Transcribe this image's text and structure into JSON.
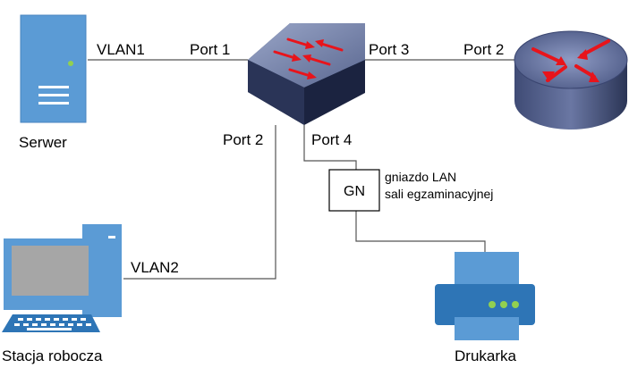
{
  "labels": {
    "server": "Serwer",
    "workstation": "Stacja robocza",
    "printer": "Drukarka",
    "vlan1": "VLAN1",
    "vlan2": "VLAN2",
    "switch_port1": "Port 1",
    "switch_port2": "Port 2",
    "switch_port3": "Port 3",
    "switch_port4": "Port 4",
    "router_port2": "Port 2",
    "gn_box": "GN",
    "gn_desc_line1": "gniazdo LAN",
    "gn_desc_line2": "sali egzaminacyjnej"
  },
  "colors": {
    "device_blue": "#5B9BD5",
    "device_dark": "#2E75B6",
    "switch_top": "#7F8FB5",
    "switch_body": "#1F2A44",
    "arrow_red": "#E8141B",
    "screen_gray": "#A6A6A6",
    "led_green": "#92D050"
  }
}
